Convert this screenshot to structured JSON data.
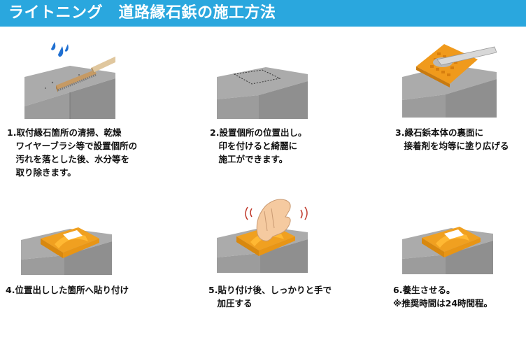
{
  "header": {
    "title": "ライトニング　道路縁石鋲の施工方法"
  },
  "colors": {
    "header_bg": "#2aa7de",
    "curb_top": "#a9a9a9",
    "curb_side": "#8c8c8c",
    "stud_orange": "#f3a21e",
    "reflector": "#ffffff"
  },
  "steps": [
    {
      "caption": "1.取付縁石箇所の清掃、乾燥\n　ワイヤーブラシ等で設置個所の\n　汚れを落とした後、水分等を\n　取り除きます。",
      "icon": "wire-brush-icon"
    },
    {
      "caption": "2.設置個所の位置出し。\n　印を付けると綺麗に\n　施工ができます。",
      "icon": "marking-outline-icon"
    },
    {
      "caption": "3.縁石鋲本体の裏面に\n　接着剤を均等に塗り広げる",
      "icon": "adhesive-spatula-icon"
    },
    {
      "caption": "4.位置出しした箇所へ貼り付け",
      "icon": "road-stud-icon"
    },
    {
      "caption": "5.貼り付け後、しっかりと手で\n　加圧する",
      "icon": "pressing-hand-icon"
    },
    {
      "caption": "6.養生させる。\n※推奨時間は24時間程。",
      "icon": "road-stud-icon"
    }
  ]
}
